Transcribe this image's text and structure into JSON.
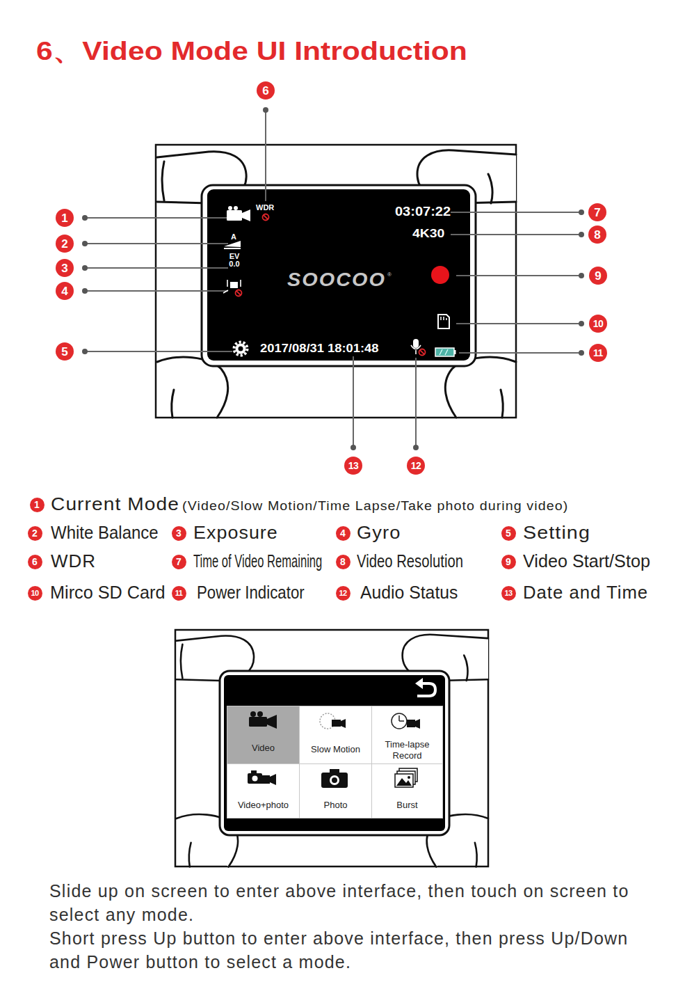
{
  "diagram": {
    "title": "6、Video Mode UI Introduction",
    "nodes": [
      {
        "text": [
          "WDR",
          "A",
          "EV 0.0",
          "SOOCOO",
          "®",
          "03:07:22",
          "4K30",
          "2017/08/31 18:01:48"
        ]
      },
      {
        "text": [
          "Video"
        ]
      },
      {
        "text": [
          "Slow Motion"
        ]
      },
      {
        "text": [
          "Time-lapse Record"
        ]
      },
      {
        "text": [
          "Video+photo"
        ]
      },
      {
        "text": [
          "Photo"
        ]
      },
      {
        "text": [
          "Burst"
        ]
      }
    ],
    "labels": [
      "6",
      "1",
      "2",
      "3",
      "4",
      "5",
      "7",
      "8",
      "9",
      "10",
      "11",
      "13",
      "12",
      "1",
      "Current Mode",
      "(Video/Slow Motion/Time Lapse/Take photo during video)",
      "2",
      "White Balance",
      "3",
      "Exposure",
      "4",
      "Gyro",
      "5",
      "Setting",
      "6",
      "WDR",
      "7",
      "Time of Video Remaining",
      "8",
      "Video Resolution",
      "9",
      "Video Start/Stop",
      "10",
      "Mirco SD Card",
      "11",
      "Power Indicator",
      "12",
      "Audio Status",
      "13",
      "Date and Time",
      "Slide up on screen to enter above interface, then touch on screen to select any mode.",
      "Short press Up button to enter above interface, then press Up/Down and Power button to select a mode."
    ]
  }
}
